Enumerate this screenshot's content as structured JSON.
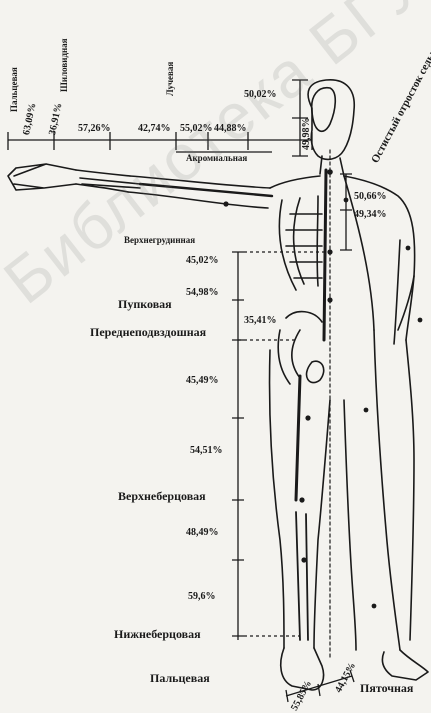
{
  "watermark": "Библиотека БГУ имени",
  "labels": {
    "finger_top": "Пальцевая",
    "styloid": "Шиловидная",
    "radial": "Лучевая",
    "acromial": "Акромиальная",
    "spinous": "Остистый отросток седьмого шейного",
    "suprasternal": "Верхнегрудинная",
    "umbilical": "Пупковая",
    "anterior_iliac": "Переднеподвздошная",
    "tibial_upper": "Верхнеберцовая",
    "tibial_lower": "Нижнеберцовая",
    "finger_bottom": "Пальцевая",
    "heel": "Пяточная"
  },
  "percents": {
    "p63_09": "63,09%",
    "p36_91": "36,91%",
    "p57_26": "57,26%",
    "p42_74": "42,74%",
    "p55_02": "55,02%",
    "p44_88": "44,88%",
    "p50_02": "50,02%",
    "p49_98": "49,98%",
    "p50_66": "50,66%",
    "p49_34": "49,34%",
    "p45_02": "45,02%",
    "p54_98": "54,98%",
    "p35_41": "35,41%",
    "p45_49": "45,49%",
    "p54_51": "54,51%",
    "p48_49": "48,49%",
    "p59_6": "59,6%",
    "p55_85": "55,85%",
    "p44_15": "44,15%"
  }
}
